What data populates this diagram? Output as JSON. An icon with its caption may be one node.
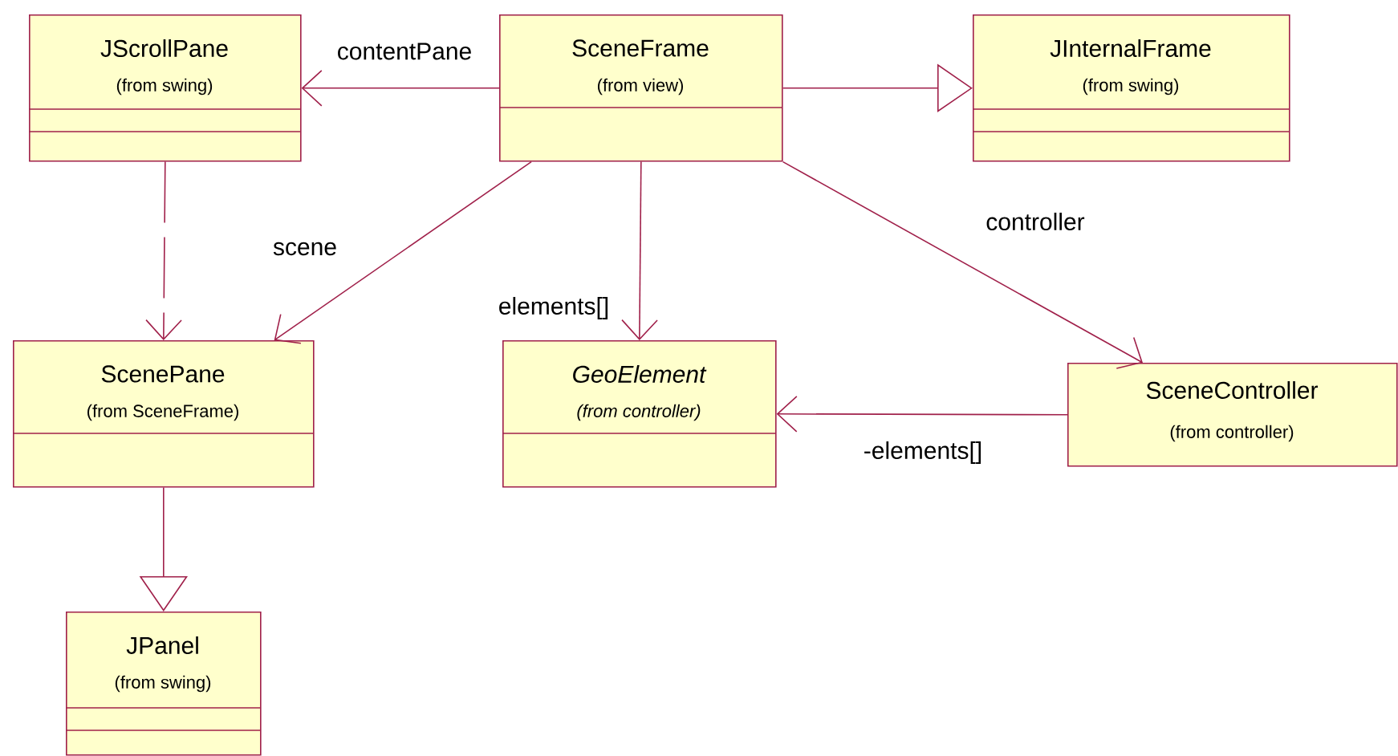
{
  "diagram": {
    "nodes": [
      {
        "text": [
          "JScrollPane",
          "(from swing)"
        ]
      },
      {
        "text": [
          "SceneFrame",
          "(from view)"
        ]
      },
      {
        "text": [
          "JInternalFrame",
          "(from swing)"
        ]
      },
      {
        "text": [
          "ScenePane",
          "(from SceneFrame)"
        ]
      },
      {
        "text": [
          "GeoElement",
          "(from controller)"
        ]
      },
      {
        "text": [
          "SceneController",
          "(from controller)"
        ]
      },
      {
        "text": [
          "JPanel",
          "(from swing)"
        ]
      }
    ],
    "edges": [
      {
        "from": 1,
        "to": 0,
        "arrow": "to",
        "label": "contentPane"
      },
      {
        "from": 1,
        "to": 2,
        "arrow": "to"
      },
      {
        "from": 0,
        "to": 3,
        "arrow": "to",
        "style": "dashed"
      },
      {
        "from": 1,
        "to": 3,
        "arrow": "to",
        "label": "scene"
      },
      {
        "from": 1,
        "to": 4,
        "arrow": "to",
        "label": "elements[]"
      },
      {
        "from": 1,
        "to": 5,
        "arrow": "to",
        "label": "controller"
      },
      {
        "from": 5,
        "to": 4,
        "arrow": "to",
        "label": "-elements[]"
      },
      {
        "from": 3,
        "to": 6,
        "arrow": "to"
      }
    ]
  }
}
